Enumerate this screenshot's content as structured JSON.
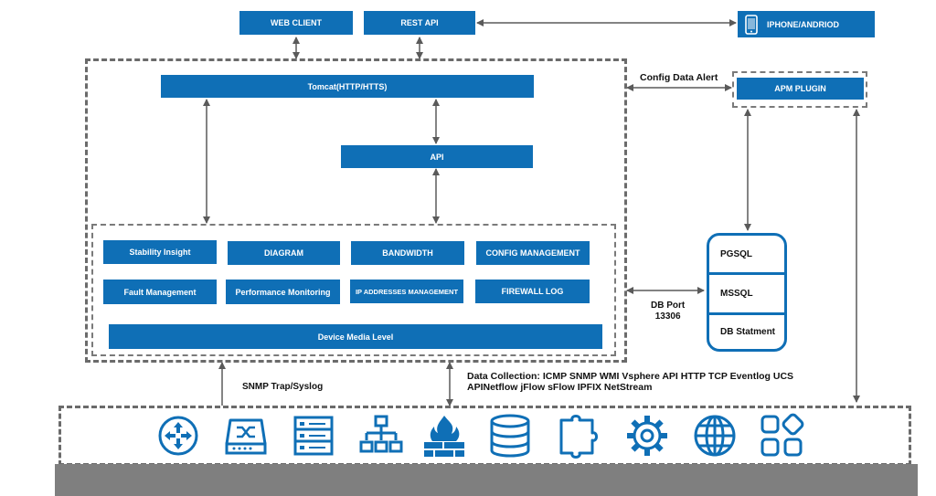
{
  "top": {
    "web_client": "WEB CLIENT",
    "rest_api": "REST API",
    "iphone_android": "IPHONE/ANDRIOD"
  },
  "server": {
    "tomcat": "Tomcat(HTTP/HTTS)",
    "api": "API",
    "modules": {
      "stability_insight": "Stability Insight",
      "diagram": "DIAGRAM",
      "bandwidth": "BANDWIDTH",
      "config_management": "CONFIG MANAGEMENT",
      "fault_management": "Fault Management",
      "performance_monitoring": "Performance Monitoring",
      "ip_addresses_management": "IP ADDRESSES MANAGEMENT",
      "firewall_log": "FIREWALL LOG"
    },
    "device_media_level": "Device Media Level"
  },
  "apm_plugin": "APM PLUGIN",
  "config_data_alert": "Config Data Alert",
  "db_port": {
    "line1": "DB Port",
    "line2": "13306"
  },
  "database": {
    "pgsql": "PGSQL",
    "mssql": "MSSQL",
    "db_statment": "DB Statment"
  },
  "snmp_trap": "SNMP Trap/Syslog",
  "data_collection": {
    "line1": "Data Collection: ICMP SNMP WMI Vsphere API HTTP TCP Eventlog UCS",
    "line2": "APINetflow jFlow sFlow IPFIX NetStream"
  },
  "device_icons": [
    "router-icon",
    "switch-icon",
    "server-icon",
    "network-tree-icon",
    "firewall-icon",
    "database-icon",
    "puzzle-icon",
    "gear-icon",
    "globe-icon",
    "apps-icon"
  ],
  "colors": {
    "accent": "#0f6fb6",
    "dash": "#6b6b6b",
    "ground": "#7f7f7f"
  }
}
